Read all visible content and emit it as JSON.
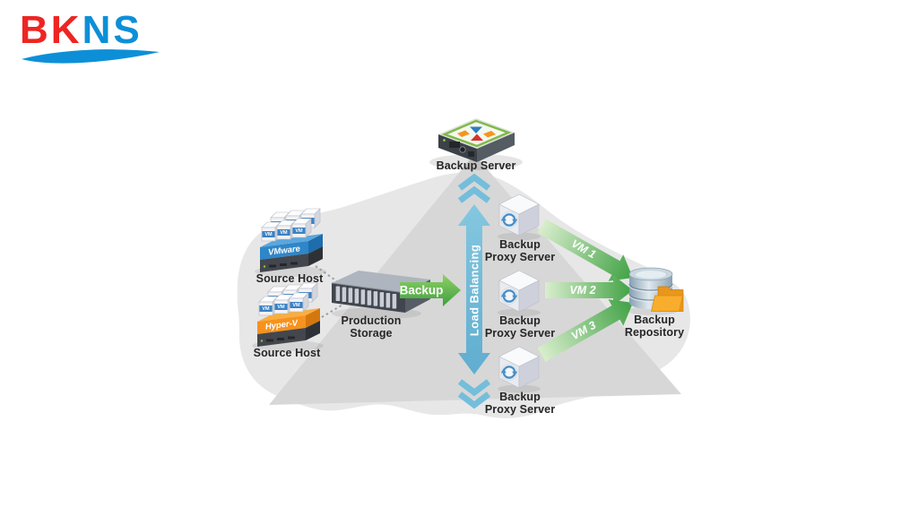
{
  "logo": {
    "text_red": "BK",
    "text_blue": "NS",
    "color_red": "#ee2522",
    "color_blue": "#0d8fd8"
  },
  "diagram": {
    "vm_cube_label": "VM",
    "nodes": {
      "backup_server": {
        "label": "Backup Server"
      },
      "source_host_vmware": {
        "label": "Source Host",
        "platform": "VMware"
      },
      "source_host_hyperv": {
        "label": "Source Host",
        "platform": "Hyper-V"
      },
      "production_storage": {
        "line1": "Production",
        "line2": "Storage"
      },
      "backup_repository": {
        "line1": "Backup",
        "line2": "Repository"
      }
    },
    "proxies": [
      {
        "line1": "Backup",
        "line2": "Proxy Server"
      },
      {
        "line1": "Backup",
        "line2": "Proxy Server"
      },
      {
        "line1": "Backup",
        "line2": "Proxy Server"
      }
    ],
    "arrows": {
      "backup": {
        "label": "Backup"
      },
      "load_balancing": {
        "label": "Load Balancing"
      },
      "vm1": {
        "label": "VM 1"
      },
      "vm2": {
        "label": "VM 2"
      },
      "vm3": {
        "label": "VM 3"
      }
    },
    "colors": {
      "cloud": "#e7e7e7",
      "cone": "#d7d7d7",
      "green_arrow": "#3f9f3f",
      "blue_arrow": "#6db9d8",
      "vmware_band": "#2f86c8",
      "hyperv_band": "#f6921e"
    }
  }
}
